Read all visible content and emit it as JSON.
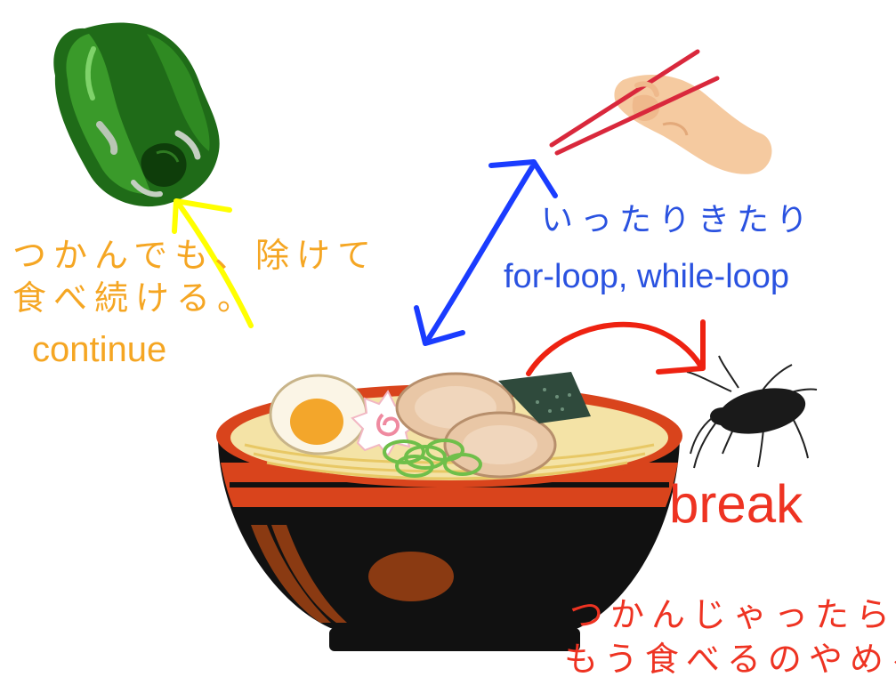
{
  "labels": {
    "continue_jp_line1": "つかんでも、除けて",
    "continue_jp_line2": "食べ続ける。",
    "continue_en": "continue",
    "loop_jp": "いったりきたり",
    "loop_en": "for-loop, while-loop",
    "break_en": "break",
    "break_jp_line1": "つかんじゃったら",
    "break_jp_line2": "もう食べるのやめる"
  },
  "colors": {
    "continue": "#f5a623",
    "loop": "#2a52e0",
    "break": "#ee3322",
    "continue_arrow": "#ffff00",
    "loop_arrow": "#1a3cff",
    "break_arrow": "#ee2211"
  },
  "icons": [
    "green-pepper-icon",
    "chopsticks-hand-icon",
    "ramen-bowl-icon",
    "cockroach-icon"
  ]
}
